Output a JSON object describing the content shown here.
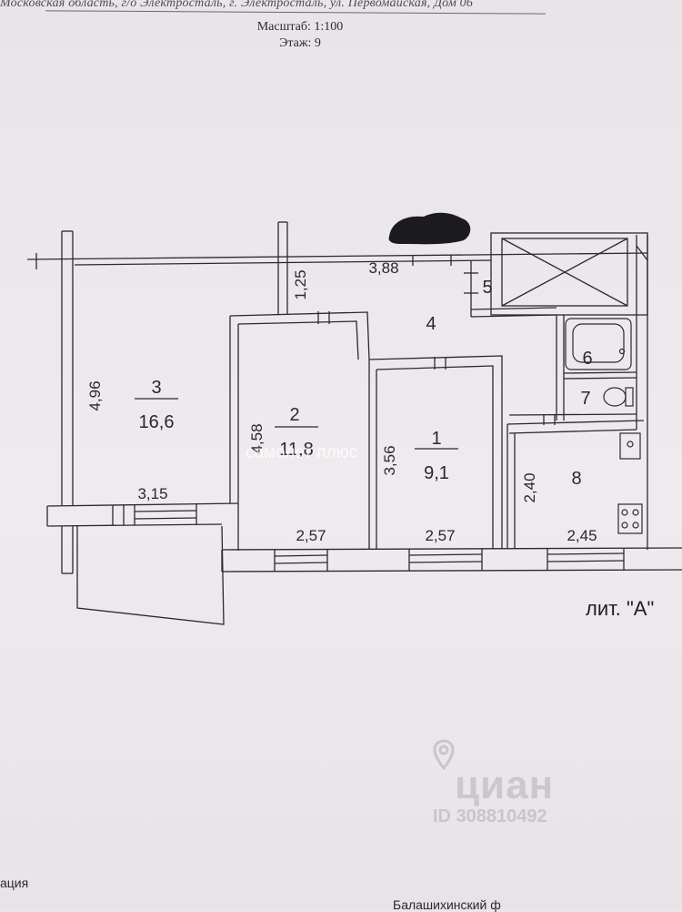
{
  "header": {
    "address": "Московская область, г/о Электросталь, г. Электросталь, ул. Первомайская, Дом 06",
    "scale": "Масштаб: 1:100",
    "floor": "Этаж: 9"
  },
  "rooms": [
    {
      "number": "1",
      "area": "9,1"
    },
    {
      "number": "2",
      "area": "11,8"
    },
    {
      "number": "3",
      "area": "16,6"
    },
    {
      "number": "4"
    },
    {
      "number": "5"
    },
    {
      "number": "6"
    },
    {
      "number": "7"
    },
    {
      "number": "8"
    }
  ],
  "dimensions": {
    "room3_height": "4,96",
    "room3_width": "3,15",
    "corridor_depth": "1,25",
    "top_span": "3,88",
    "room2_height": "4,58",
    "room2_width": "2,57",
    "room1_height": "3,56",
    "room1_width": "2,57",
    "room8_height": "2,40",
    "room8_width": "2,45"
  },
  "lit_label": "лит. \"А\"",
  "watermarks": {
    "samolet": "самолет плюс",
    "cian": "циан",
    "cian_id": "ID 308810492"
  },
  "footer": {
    "left": "ация",
    "right": "Балашихинский ф"
  }
}
